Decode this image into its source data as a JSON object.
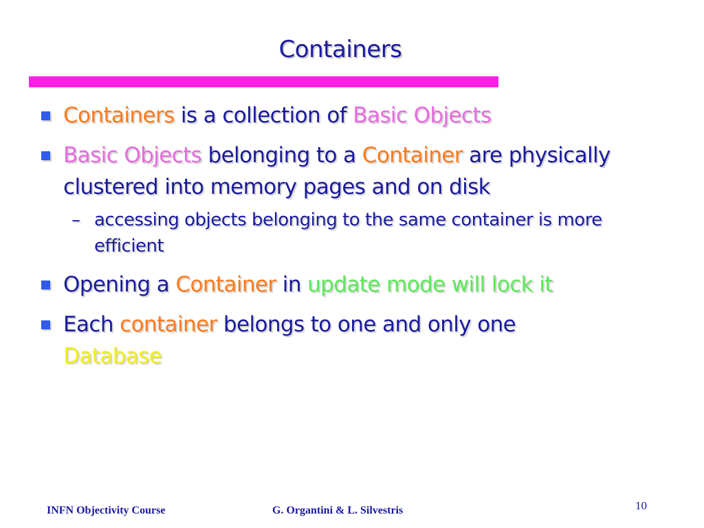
{
  "title": "Containers",
  "colors": {
    "title_bar": "#ff1fe6",
    "text": "#1a1a9c",
    "orange": "#ff7a1a",
    "pink": "#e86be0",
    "green": "#5ee85a",
    "yellow": "#f2ef1a",
    "bullet": "#2f5be8"
  },
  "bullets": [
    {
      "parts": [
        {
          "text": "Containers",
          "color": "orange"
        },
        {
          "text": " is a collection of ",
          "color": "text"
        },
        {
          "text": "Basic Objects",
          "color": "pink"
        }
      ]
    },
    {
      "parts": [
        {
          "text": "Basic Objects",
          "color": "pink"
        },
        {
          "text": " belonging to a ",
          "color": "text"
        },
        {
          "text": "Container",
          "color": "orange"
        },
        {
          "text": " are physically clustered into memory pages and on disk",
          "color": "text"
        }
      ],
      "sub": {
        "dash": "–",
        "text": "accessing objects belonging to the same container is more efficient"
      }
    },
    {
      "parts": [
        {
          "text": "Opening a ",
          "color": "text"
        },
        {
          "text": "Container",
          "color": "orange"
        },
        {
          "text": " in ",
          "color": "text"
        },
        {
          "text": "update mode will lock it",
          "color": "green"
        }
      ]
    },
    {
      "parts": [
        {
          "text": "Each ",
          "color": "text"
        },
        {
          "text": "container",
          "color": "orange"
        },
        {
          "text": " belongs to one and only one ",
          "color": "text"
        },
        {
          "text": "Database",
          "color": "yellow"
        }
      ]
    }
  ],
  "footer": {
    "left": "INFN Objectivity Course",
    "center": "G. Organtini & L. Silvestris",
    "page_number": "10"
  }
}
